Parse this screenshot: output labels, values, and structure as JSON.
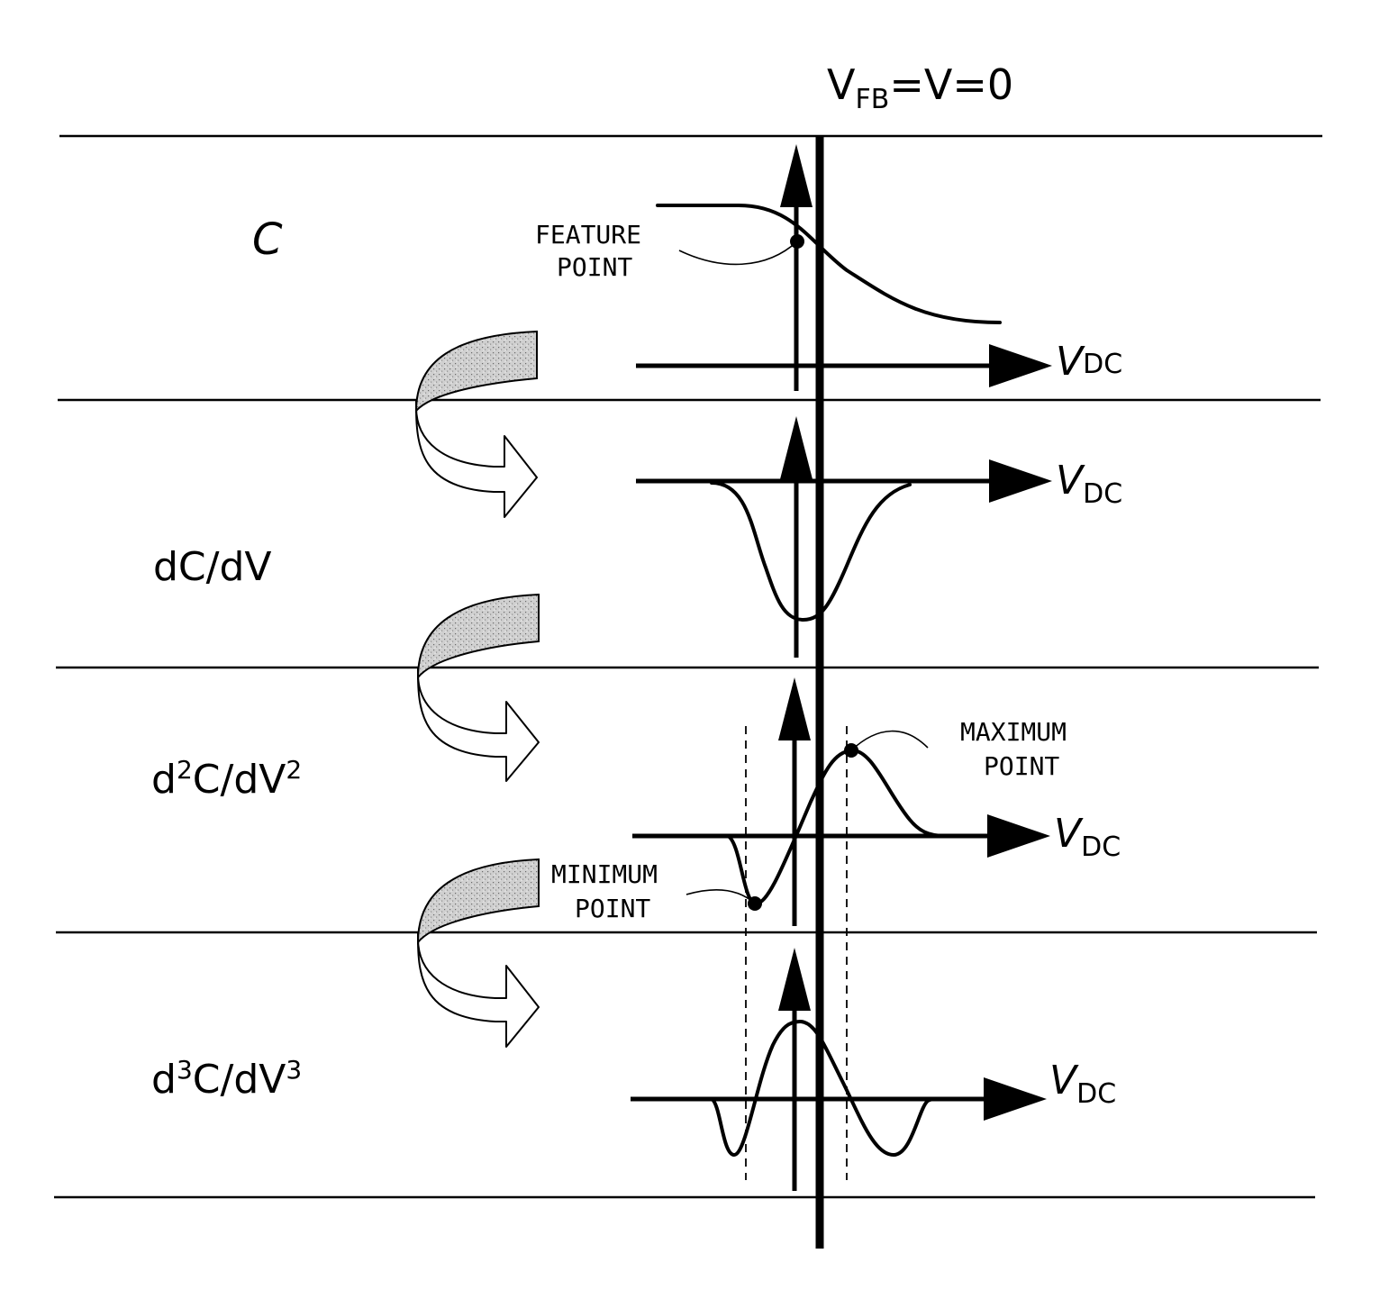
{
  "header": {
    "v": "V",
    "sub": "FB",
    "rest": "=V=0"
  },
  "rows": {
    "c": {
      "label": "C"
    },
    "dc": {
      "label": "dC/dV"
    },
    "d2c": {
      "a": "d",
      "a_sup": "2",
      "b": "C/dV",
      "b_sup": "2"
    },
    "d3c": {
      "a": "d",
      "a_sup": "3",
      "b": "C/dV",
      "b_sup": "3"
    }
  },
  "axis_label": {
    "v": "V",
    "sub": "DC"
  },
  "annotations": {
    "feature": {
      "line1": "FEATURE",
      "line2": "POINT"
    },
    "maximum": {
      "line1": "MAXIMUM",
      "line2": "POINT"
    },
    "minimum": {
      "line1": "MINIMUM",
      "line2": "POINT"
    }
  }
}
